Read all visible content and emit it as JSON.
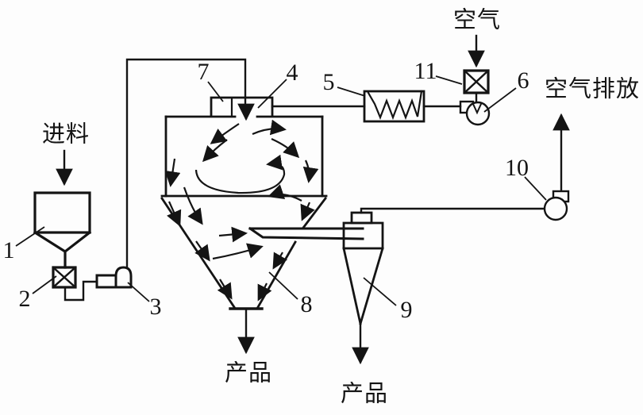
{
  "colors": {
    "ink": "#141414",
    "background": "#fdfdfd"
  },
  "labels": {
    "feed": "进料",
    "air": "空气",
    "air_exhaust": "空气排放",
    "product_chamber": "产品",
    "product_cyclone": "产品"
  },
  "part_numbers": {
    "n1": "1",
    "n2": "2",
    "n3": "3",
    "n4": "4",
    "n5": "5",
    "n6": "6",
    "n7": "7",
    "n8": "8",
    "n9": "9",
    "n10": "10",
    "n11": "11"
  }
}
